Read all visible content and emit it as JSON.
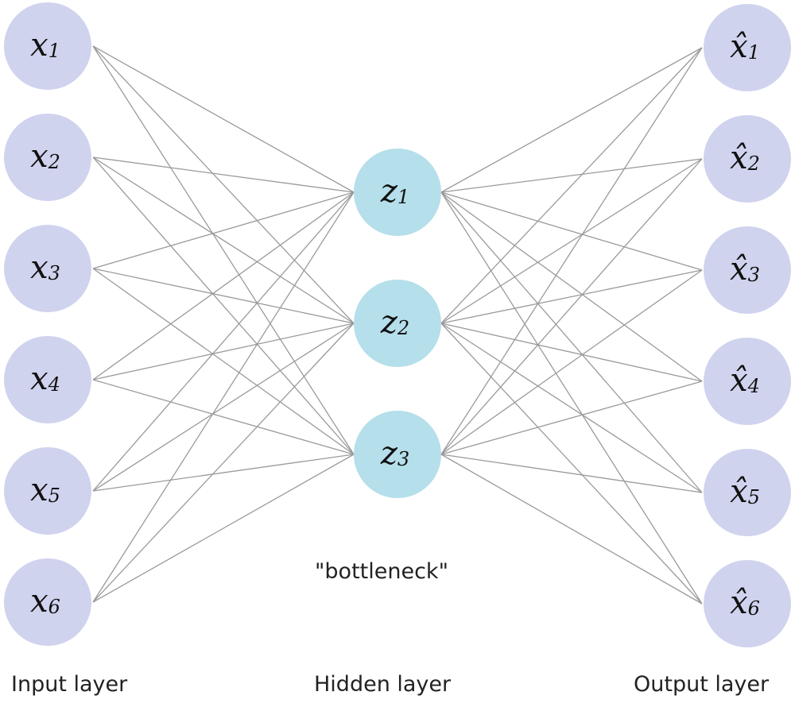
{
  "colors": {
    "input": "#d0d3ee",
    "hidden": "#b5dfea",
    "output": "#d0d3ee",
    "edge": "#9a9a9a"
  },
  "layers": {
    "input": {
      "caption": "Input layer",
      "nodes": [
        {
          "sym": "x",
          "sub": "1"
        },
        {
          "sym": "x",
          "sub": "2"
        },
        {
          "sym": "x",
          "sub": "3"
        },
        {
          "sym": "x",
          "sub": "4"
        },
        {
          "sym": "x",
          "sub": "5"
        },
        {
          "sym": "x",
          "sub": "6"
        }
      ]
    },
    "hidden": {
      "caption": "Hidden layer",
      "note": "\"bottleneck\"",
      "nodes": [
        {
          "sym": "z",
          "sub": "1"
        },
        {
          "sym": "z",
          "sub": "2"
        },
        {
          "sym": "z",
          "sub": "3"
        }
      ]
    },
    "output": {
      "caption": "Output layer",
      "nodes": [
        {
          "sym": "x̂",
          "sub": "1"
        },
        {
          "sym": "x̂",
          "sub": "2"
        },
        {
          "sym": "x̂",
          "sub": "3"
        },
        {
          "sym": "x̂",
          "sub": "4"
        },
        {
          "sym": "x̂",
          "sub": "5"
        },
        {
          "sym": "x̂",
          "sub": "6"
        }
      ]
    }
  },
  "connections": "fully-connected"
}
